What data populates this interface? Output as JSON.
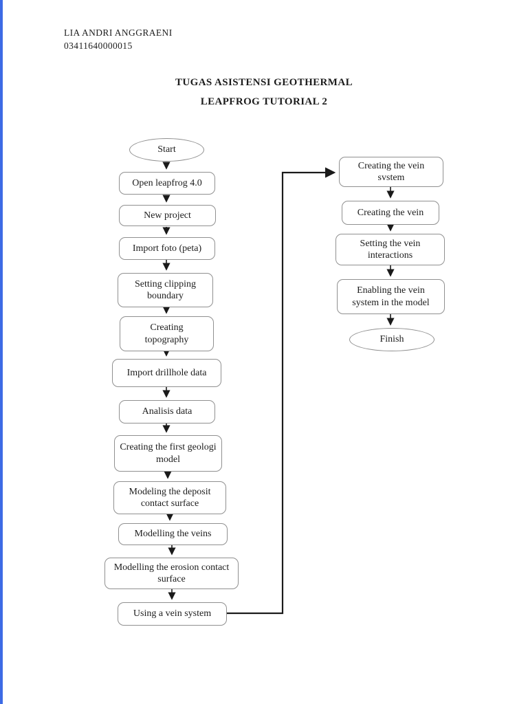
{
  "page": {
    "author_name": "LIA ANDRI ANGGRAENI",
    "author_id": "03411640000015",
    "title": "TUGAS ASISTENSI GEOTHERMAL",
    "subtitle": "LEAPFROG TUTORIAL 2"
  },
  "flowchart": {
    "nodes": [
      {
        "id": "start",
        "shape": "ellipse",
        "label": "Start"
      },
      {
        "id": "open-leapfrog",
        "shape": "box",
        "label": "Open leapfrog 4.0"
      },
      {
        "id": "new-project",
        "shape": "box",
        "label": "New project"
      },
      {
        "id": "import-foto-peta",
        "shape": "box",
        "label": "Import foto (peta)"
      },
      {
        "id": "setting-clipping-boundary",
        "shape": "box",
        "label": "Setting clipping boundary"
      },
      {
        "id": "creating-topography",
        "shape": "box",
        "label": "Creating topography"
      },
      {
        "id": "import-drillhole-data",
        "shape": "box",
        "label": "Import drillhole data"
      },
      {
        "id": "analisis-data",
        "shape": "box",
        "label": "Analisis data"
      },
      {
        "id": "creating-first-geologi-model",
        "shape": "box",
        "label": "Creating the first geologi model"
      },
      {
        "id": "modeling-deposit-contact-surface",
        "shape": "box",
        "label": "Modeling the deposit contact surface"
      },
      {
        "id": "modelling-the-veins",
        "shape": "box",
        "label": "Modelling the veins"
      },
      {
        "id": "modelling-erosion-contact-surface",
        "shape": "box",
        "label": "Modelling the erosion contact surface"
      },
      {
        "id": "using-a-vein-system",
        "shape": "box",
        "label": "Using a vein system"
      },
      {
        "id": "creating-the-vein-system",
        "shape": "box",
        "label": "Creating the vein svstem"
      },
      {
        "id": "creating-the-vein",
        "shape": "box",
        "label": "Creating the vein"
      },
      {
        "id": "setting-the-vein-interactions",
        "shape": "box",
        "label": "Setting the vein interactions"
      },
      {
        "id": "enabling-vein-system-in-model",
        "shape": "box",
        "label": "Enabling the vein system in the model"
      },
      {
        "id": "finish",
        "shape": "ellipse",
        "label": "Finish"
      }
    ]
  },
  "colors": {
    "page_background": "#ffffff",
    "box_border": "#8f8f8f",
    "line_and_arrow": "#1a1a1a",
    "text": "#1c1c1c",
    "left_edge_accent": "#3d6be5"
  }
}
